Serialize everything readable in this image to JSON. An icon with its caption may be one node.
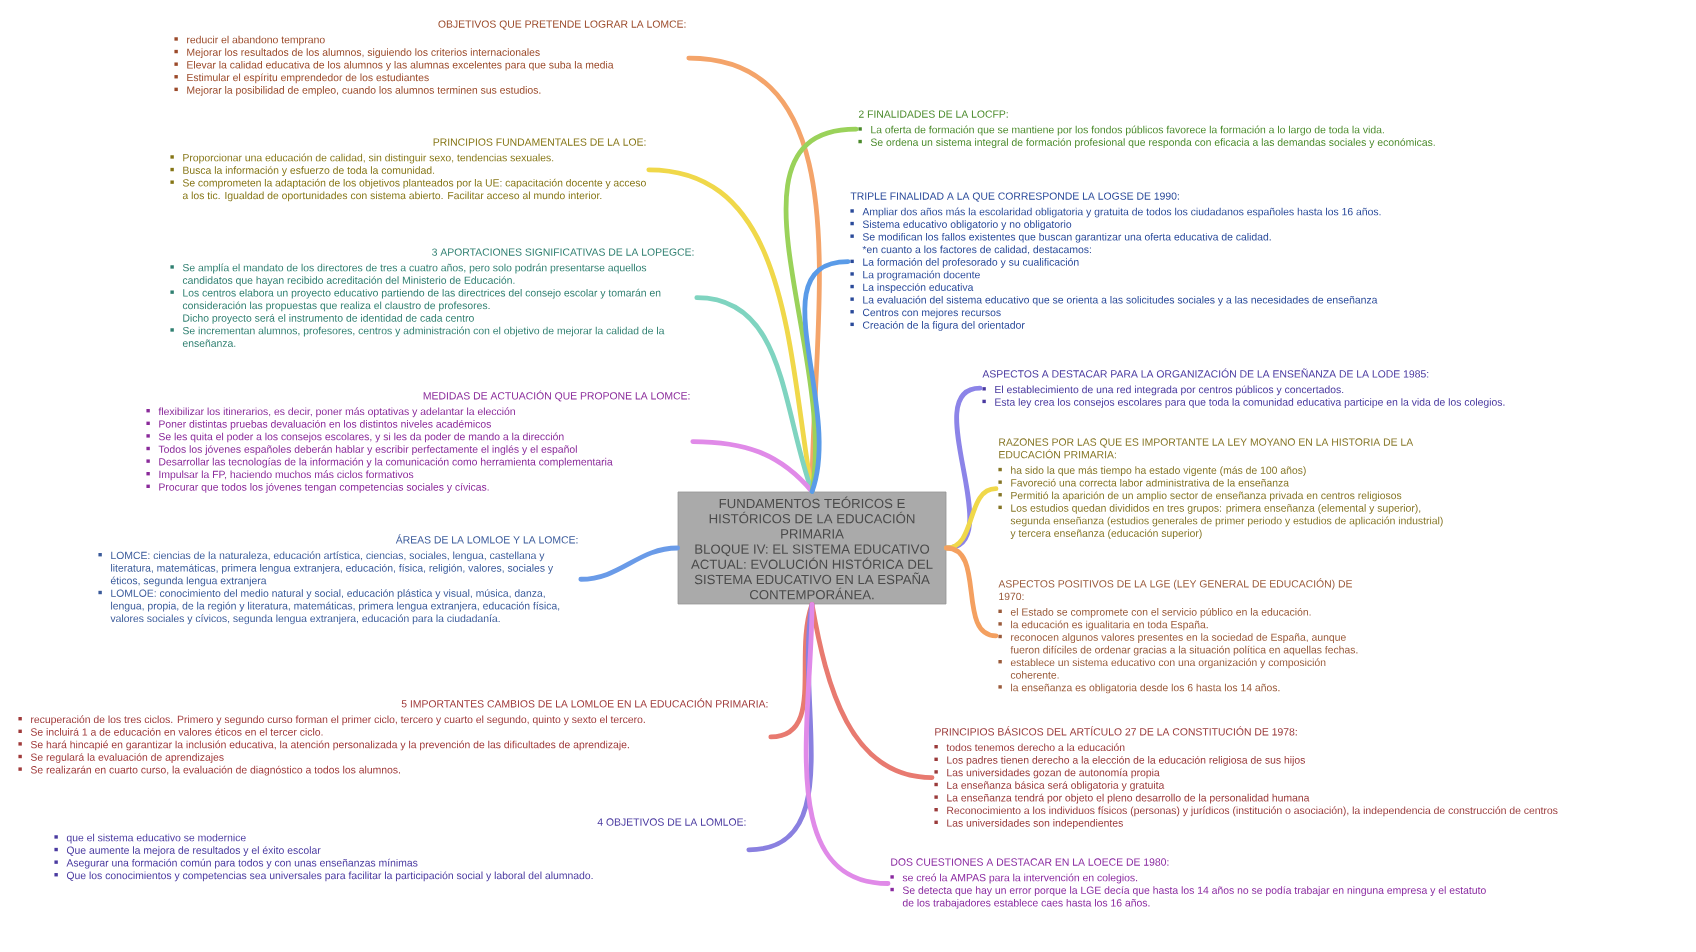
{
  "diagram": {
    "nodes": [
      {
        "text": [
          "FUNDAMENTOS TEÓRICOS E HISTÓRICOS DE LA EDUCACIÓN PRIMARIA",
          "BLOQUE IV: EL SISTEMA EDUCATIVO ACTUAL: EVOLUCIÓN HISTÓRICA DEL SISTEMA EDUCATIVO EN LA ESPAÑA CONTEMPORÁNEA."
        ]
      },
      {
        "text": [
          "OBJETIVOS QUE PRETENDE LOGRAR LA LOMCE:",
          "reducir el abandono temprano",
          "Mejorar los resultados de los alumnos, siguiendo los criterios internacionales",
          "Elevar la calidad educativa de los alumnos y las alumnas excelentes para que suba la media",
          "Estimular el espíritu emprendedor de los estudiantes",
          "Mejorar la posibilidad de empleo, cuando los alumnos terminen sus estudios."
        ]
      },
      {
        "text": [
          "PRINCIPIOS FUNDAMENTALES DE LA LOE:",
          "Proporcionar una educación de calidad, sin distinguir sexo, tendencias sexuales.",
          "Busca la información y esfuerzo de toda la comunidad.",
          "Se comprometen la adaptación de los objetivos planteados por la UE: capacitación docente y acceso a los tic. Igualdad de oportunidades con sistema abierto. Facilitar acceso al mundo interior."
        ]
      },
      {
        "text": [
          "3 APORTACIONES SIGNIFICATIVAS DE LA LOPEGCE:",
          "Se amplía el mandato de los directores de tres a cuatro años, pero solo podrán presentarse aquellos candidatos que hayan recibido acreditación del Ministerio de Educación.",
          "Los centros elabora un proyecto educativo partiendo de las directrices del consejo escolar y tomarán en consideración las propuestas que realiza el claustro de profesores.",
          "Dicho proyecto será el instrumento de identidad de cada centro",
          "Se incrementan alumnos, profesores, centros y administración con el objetivo de mejorar la calidad de la enseñanza."
        ]
      },
      {
        "text": [
          "MEDIDAS DE ACTUACIÓN QUE PROPONE LA LOMCE:",
          "flexibilizar los itinerarios, es decir, poner más optativas y adelantar la elección",
          "Poner distintas pruebas devaluación en los distintos niveles académicos",
          "Se les quita el poder a los consejos escolares, y si les da poder de mando a la dirección",
          "Todos los jóvenes españoles deberán hablar y escribir perfectamente el inglés y el español",
          "Desarrollar las tecnologías de la información y la comunicación como herramienta complementaria",
          "Impulsar la FP, haciendo muchos más ciclos formativos",
          "Procurar que todos los jóvenes tengan competencias sociales y cívicas."
        ]
      },
      {
        "text": [
          "ÁREAS DE LA LOMLOE Y LA LOMCE:",
          "LOMCE: ciencias de la naturaleza, educación artística, ciencias, sociales, lengua, castellana y literatura, matemáticas, primera lengua extranjera, educación, física, religión, valores, sociales y éticos, segunda lengua extranjera",
          "LOMLOE: conocimiento del medio natural y social, educación plástica y visual, música, danza, lengua, propia, de la región y literatura, matemáticas, primera lengua extranjera, educación física, valores sociales y cívicos, segunda lengua extranjera, educación para la ciudadanía."
        ]
      },
      {
        "text": [
          "5 IMPORTANTES CAMBIOS DE LA LOMLOE EN LA EDUCACIÓN PRIMARIA:",
          "recuperación de los tres ciclos. Primero y segundo curso forman el primer ciclo, tercero y cuarto el segundo, quinto y sexto el tercero.",
          "Se incluirá 1 a de educación en valores éticos en el tercer ciclo.",
          "Se hará hincapié en garantizar la inclusión educativa, la atención personalizada y la prevención de las dificultades de aprendizaje.",
          "Se regulará la evaluación de aprendizajes",
          "Se realizarán en cuarto curso, la evaluación de diagnóstico a todos los alumnos."
        ]
      },
      {
        "text": [
          "4 OBJETIVOS DE LA LOMLOE:",
          "que el sistema educativo se modernice",
          "Que aumente la mejora de resultados y el éxito escolar",
          "Asegurar una formación común para todos y con unas enseñanzas mínimas",
          "Que los conocimientos y competencias sea universales para facilitar la participación social y laboral del alumnado."
        ]
      },
      {
        "text": [
          "2 FINALIDADES DE LA LOCFP:",
          "La oferta de formación que se mantiene por los fondos públicos favorece la formación a lo largo de toda la vida.",
          "Se ordena un sistema integral de formación profesional que responda con eficacia a las demandas sociales y económicas."
        ]
      },
      {
        "text": [
          "TRIPLE FINALIDAD A LA QUE CORRESPONDE LA LOGSE DE 1990:",
          "Ampliar dos años más la escolaridad obligatoria y gratuita de todos los ciudadanos españoles hasta los 16 años.",
          "Sistema educativo obligatorio y no obligatorio",
          "Se modifican los fallos existentes que buscan garantizar una oferta educativa de calidad.",
          "*en cuanto a los factores de calidad, destacamos:",
          "La formación del profesorado y su cualificación",
          "La programación docente",
          "La inspección educativa",
          "La evaluación del sistema educativo que se orienta a las solicitudes sociales y a las necesidades de enseñanza",
          "Centros con mejores recursos",
          "Creación de la figura del orientador"
        ]
      },
      {
        "text": [
          "ASPECTOS A DESTACAR PARA LA ORGANIZACIÓN DE LA ENSEÑANZA DE LA LODE 1985:",
          "El establecimiento de una red integrada por centros públicos y concertados.",
          "Esta ley crea los consejos escolares para que toda la comunidad educativa participe en la vida de los colegios."
        ]
      },
      {
        "text": [
          "RAZONES POR LAS QUE ES IMPORTANTE LA LEY MOYANO EN LA HISTORIA DE LA EDUCACIÓN PRIMARIA:",
          "ha sido la que más tiempo ha estado vigente (más de 100 años)",
          "Favoreció una correcta labor administrativa de la enseñanza",
          "Permitió la aparición de un amplio sector de enseñanza privada en centros religiosos",
          "Los estudios quedan divididos en tres grupos: primera enseñanza (elemental y superior), segunda enseñanza (estudios generales de primer periodo y estudios de aplicación industrial) y tercera enseñanza (educación superior)"
        ]
      },
      {
        "text": [
          "ASPECTOS POSITIVOS DE LA LGE (LEY GENERAL DE EDUCACIÓN) DE 1970:",
          "el Estado se compromete con el servicio público en la educación.",
          "la educación es igualitaria en toda España.",
          "reconocen algunos valores presentes en la sociedad de España, aunque fueron difíciles de ordenar gracias a la situación política en aquellas fechas.",
          "establece un sistema educativo con una organización y composición coherente.",
          "la enseñanza es obligatoria desde los 6 hasta los 14 años."
        ]
      },
      {
        "text": [
          "PRINCIPIOS BÁSICOS DEL ARTÍCULO 27 DE LA CONSTITUCIÓN DE 1978:",
          "todos tenemos derecho a la educación",
          "Los padres tienen derecho a la elección de la educación religiosa de sus hijos",
          "Las universidades gozan de autonomía propia",
          "La enseñanza básica será obligatoria y gratuita",
          "La enseñanza tendrá por objeto el pleno desarrollo de la personalidad humana",
          "Reconocimiento a los individuos físicos (personas) y jurídicos (institución o asociación), la independencia de construcción de centros",
          "Las universidades son independientes"
        ]
      },
      {
        "text": [
          "DOS CUESTIONES A DESTACAR EN LA LOECE DE 1980:",
          "se creó la AMPAS para la intervención en colegios.",
          "Se detecta que hay un error porque la LGE decía que hasta los 14 años no se podía trabajar en ninguna empresa y el estatuto de los trabajadores establece caes hasta los 16 años."
        ]
      }
    ],
    "edges": [
      {
        "from": 0,
        "to": 1,
        "arrow": "none",
        "color": "#f4a46a"
      },
      {
        "from": 0,
        "to": 2,
        "arrow": "none",
        "color": "#f0d84a"
      },
      {
        "from": 0,
        "to": 3,
        "arrow": "none",
        "color": "#7fd4c0"
      },
      {
        "from": 0,
        "to": 4,
        "arrow": "none",
        "color": "#e08ae8"
      },
      {
        "from": 0,
        "to": 5,
        "arrow": "none",
        "color": "#6a9be8"
      },
      {
        "from": 0,
        "to": 6,
        "arrow": "none",
        "color": "#e87a70"
      },
      {
        "from": 0,
        "to": 7,
        "arrow": "none",
        "color": "#8a80e0"
      },
      {
        "from": 0,
        "to": 8,
        "arrow": "none",
        "color": "#9ad25a"
      },
      {
        "from": 0,
        "to": 9,
        "arrow": "none",
        "color": "#5a9be8"
      },
      {
        "from": 0,
        "to": 10,
        "arrow": "none",
        "color": "#8c84e8"
      },
      {
        "from": 0,
        "to": 11,
        "arrow": "none",
        "color": "#f0d84a"
      },
      {
        "from": 0,
        "to": 12,
        "arrow": "none",
        "color": "#f4a060"
      },
      {
        "from": 0,
        "to": 13,
        "arrow": "none",
        "color": "#e87a70"
      },
      {
        "from": 0,
        "to": 14,
        "arrow": "none",
        "color": "#e08ae8"
      }
    ]
  }
}
